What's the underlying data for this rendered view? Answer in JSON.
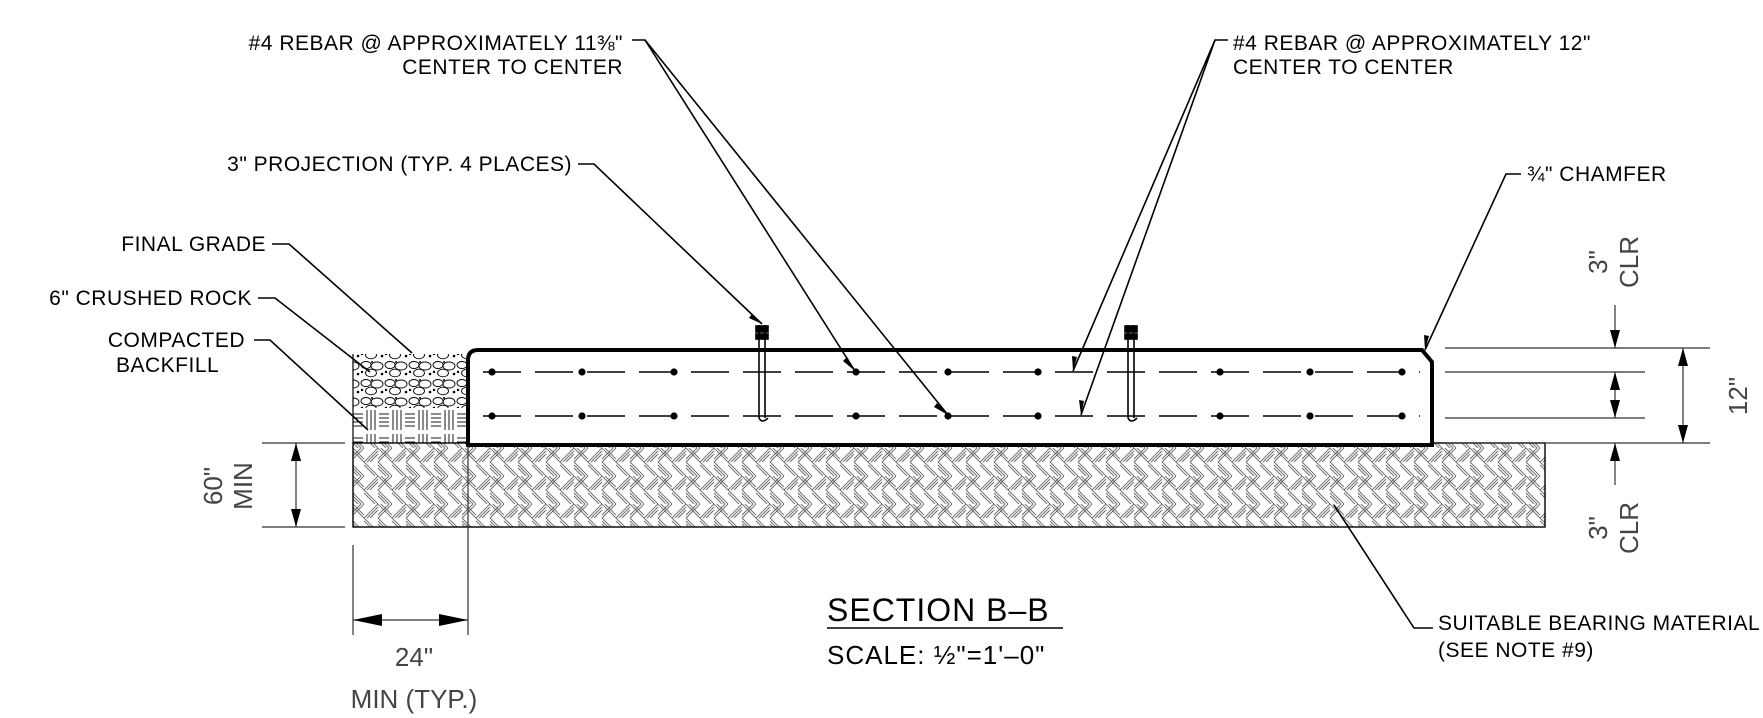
{
  "labels": {
    "rebar_left_line1": "#4 REBAR @ APPROXIMATELY 11⅜\"",
    "rebar_left_line2": "CENTER TO CENTER",
    "rebar_right_line1": "#4 REBAR @ APPROXIMATELY 12\"",
    "rebar_right_line2": "CENTER TO CENTER",
    "projection": "3\" PROJECTION (TYP. 4 PLACES)",
    "chamfer": "¾\" CHAMFER",
    "final_grade": "FINAL GRADE",
    "crushed_rock": "6\" CRUSHED ROCK",
    "compacted_line1": "COMPACTED",
    "compacted_line2": "BACKFILL",
    "bearing_line1": "SUITABLE BEARING MATERIAL",
    "bearing_line2": "(SEE NOTE #9)"
  },
  "dimensions": {
    "depth_value": "60\"",
    "depth_note": "MIN",
    "width_value": "24\"",
    "width_note": "MIN (TYP.)",
    "clear_top_value": "3\"",
    "clear_top_note": "CLR",
    "clear_bottom_value": "3\"",
    "clear_bottom_note": "CLR",
    "thickness_value": "12\""
  },
  "section": {
    "title": "SECTION B–B",
    "scale": "SCALE: ½\"=1'–0\""
  }
}
